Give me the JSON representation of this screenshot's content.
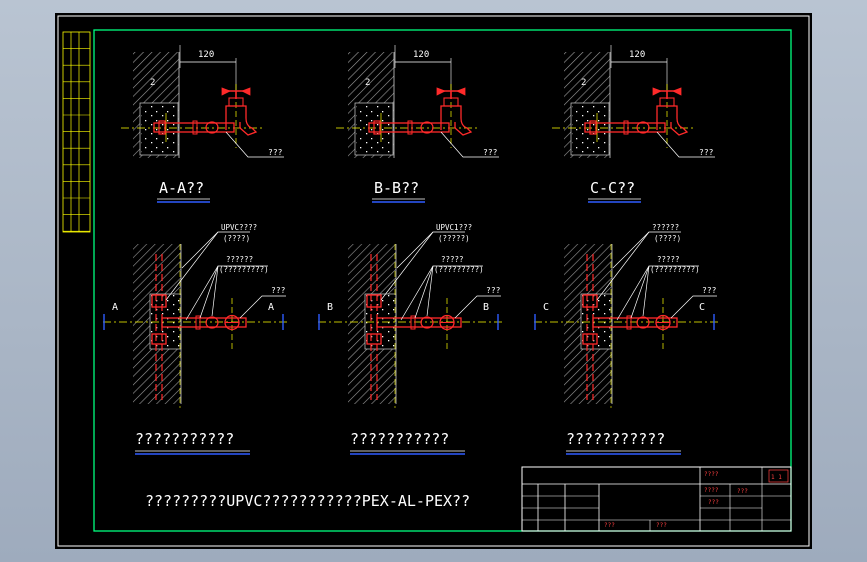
{
  "sections": [
    {
      "tag": "A",
      "dim": "120",
      "faucet_label": "???",
      "title": "A-A??",
      "callouts": [
        "UPVC????",
        "(????)",
        "??????",
        "(?????????)"
      ],
      "elbow_label": "???",
      "subtitle": "???????????"
    },
    {
      "tag": "B",
      "dim": "120",
      "faucet_label": "???",
      "title": "B-B??",
      "callouts": [
        "UPVC1???",
        "(?????)",
        "?????",
        "(?????????)"
      ],
      "elbow_label": "???",
      "subtitle": "???????????"
    },
    {
      "tag": "C",
      "dim": "120",
      "faucet_label": "???",
      "title": "C-C??",
      "callouts": [
        "??????",
        "(????)",
        "?????",
        "(?????????)"
      ],
      "elbow_label": "???",
      "subtitle": "???????????"
    }
  ],
  "bottom_note": "?????????UPVC???????????PEX-AL-PEX??",
  "title_block": {
    "cell_a": "????",
    "cell_b": "????",
    "cell_c": "???",
    "cell_d": "???",
    "cell_e": "???",
    "cell_f": "???",
    "sheet": "1 1"
  },
  "colors": {
    "paper": "#000000",
    "border_outer": "#ffffff",
    "border_inner": "#00ff7f",
    "pipe": "#ff2a2a",
    "axis": "#ffff00",
    "wall_hatch": "#cfcfcf",
    "text": "#ffffff",
    "underline": "#2f5cff",
    "side_table": "#ffff00"
  }
}
